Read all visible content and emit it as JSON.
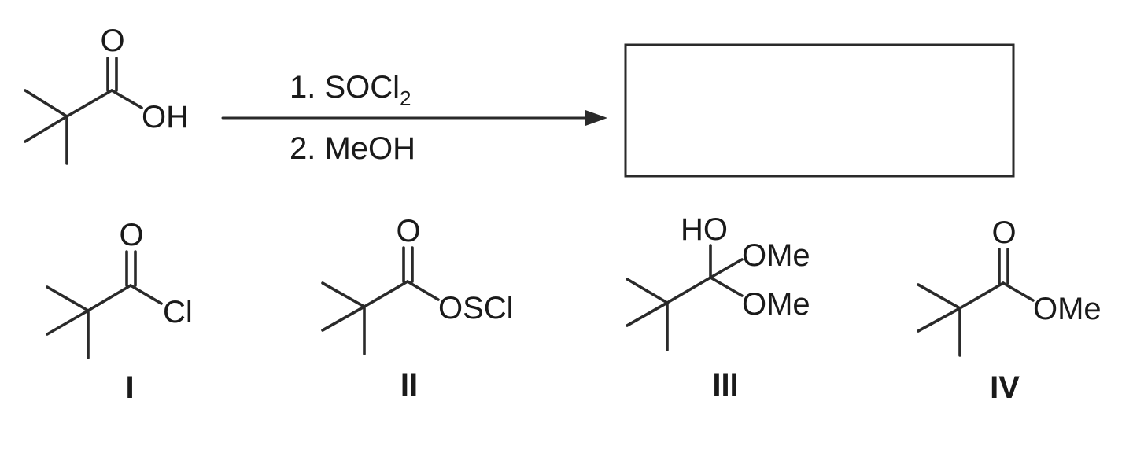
{
  "reaction": {
    "starting_material": {
      "name": "pivalic-acid",
      "hydroxyl_label": "OH",
      "oxygen_label": "O"
    },
    "conditions": {
      "step1_prefix": "1. SOCl",
      "step1_subscript": "2",
      "step2": "2. MeOH"
    },
    "answer_box": ""
  },
  "choices": [
    {
      "numeral": "I",
      "substituent": "Cl",
      "oxygen_label": "O"
    },
    {
      "numeral": "II",
      "substituent": "OSCl",
      "oxygen_label": "O"
    },
    {
      "numeral": "III",
      "hydroxyl_label": "HO",
      "methoxy_top": "OMe",
      "methoxy_bottom": "OMe"
    },
    {
      "numeral": "IV",
      "substituent": "OMe",
      "oxygen_label": "O"
    }
  ]
}
